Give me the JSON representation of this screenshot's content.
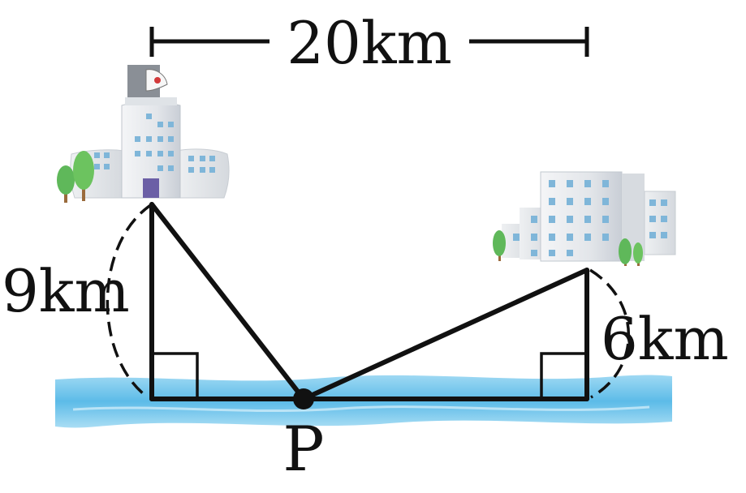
{
  "labels": {
    "top_distance": "20km",
    "left_height": "9km",
    "right_height": "6km",
    "point": "P"
  },
  "icons": {
    "left_building": "school-building-icon",
    "right_building": "office-building-icon",
    "river": "river-icon",
    "trees": "tree-icon"
  },
  "colors": {
    "line": "#111111",
    "water": "#6ec3ea",
    "water_light": "#b5e2f7",
    "building": "#e9ecef",
    "window": "#7fb6d9",
    "tree": "#5fb85a"
  }
}
